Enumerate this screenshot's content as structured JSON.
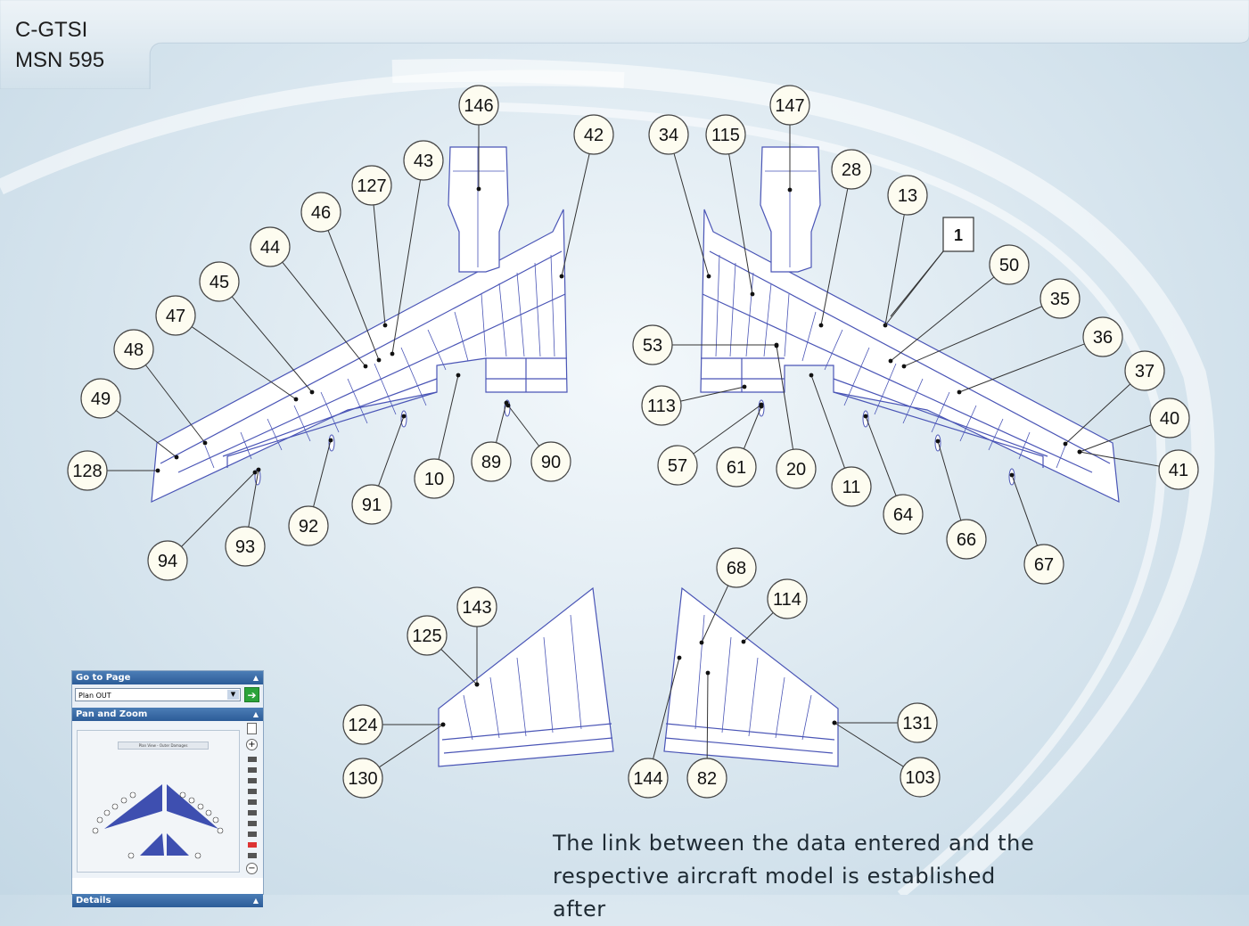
{
  "aircraft": {
    "registration": "C-GTSI",
    "msn": "MSN 595"
  },
  "markers": [
    {
      "label": "146"
    },
    {
      "label": "42"
    },
    {
      "label": "43"
    },
    {
      "label": "127"
    },
    {
      "label": "46"
    },
    {
      "label": "44"
    },
    {
      "label": "45"
    },
    {
      "label": "47"
    },
    {
      "label": "48"
    },
    {
      "label": "49"
    },
    {
      "label": "128"
    },
    {
      "label": "94"
    },
    {
      "label": "93"
    },
    {
      "label": "92"
    },
    {
      "label": "91"
    },
    {
      "label": "10"
    },
    {
      "label": "89"
    },
    {
      "label": "90"
    },
    {
      "label": "147"
    },
    {
      "label": "34"
    },
    {
      "label": "115"
    },
    {
      "label": "28"
    },
    {
      "label": "13"
    },
    {
      "label": "50"
    },
    {
      "label": "35"
    },
    {
      "label": "36"
    },
    {
      "label": "37"
    },
    {
      "label": "40"
    },
    {
      "label": "41"
    },
    {
      "label": "53"
    },
    {
      "label": "113"
    },
    {
      "label": "57"
    },
    {
      "label": "61"
    },
    {
      "label": "20"
    },
    {
      "label": "11"
    },
    {
      "label": "64"
    },
    {
      "label": "66"
    },
    {
      "label": "67"
    },
    {
      "label": "143"
    },
    {
      "label": "125"
    },
    {
      "label": "124"
    },
    {
      "label": "130"
    },
    {
      "label": "68"
    },
    {
      "label": "114"
    },
    {
      "label": "131"
    },
    {
      "label": "103"
    },
    {
      "label": "144"
    },
    {
      "label": "82"
    }
  ],
  "selected_marker": "1",
  "footer_lines": [
    "The link between the data entered and the",
    "respective aircraft model is established after"
  ],
  "panel": {
    "goto_title": "Go to Page",
    "page_select": "Plan OUT",
    "go_icon": "arrow-right-icon",
    "panzoom_title": "Pan and Zoom",
    "thumb_title": "Plan View - Outer Damages",
    "details_title": "Details"
  },
  "colors": {
    "wing_stroke": "#4a55b6",
    "marker_fill": "#fdfcf0",
    "panel_header": "#2c5c98",
    "go_button": "#2ba33a"
  }
}
